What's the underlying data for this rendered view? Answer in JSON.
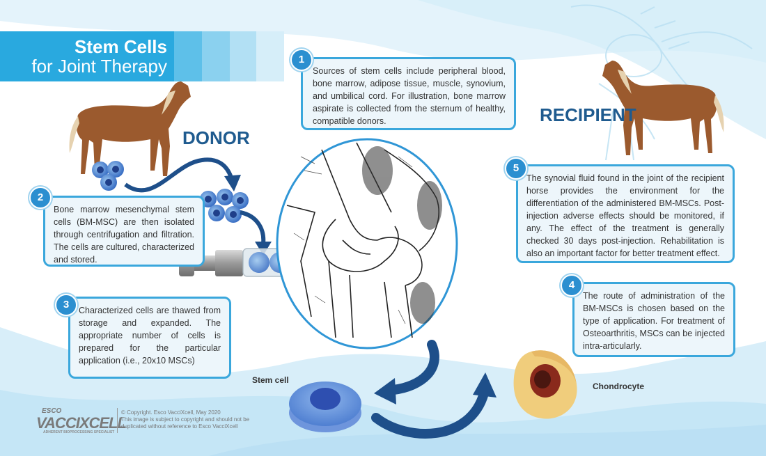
{
  "title": {
    "line1": "Stem Cells",
    "line2": "for Joint Therapy"
  },
  "labels": {
    "donor": "DONOR",
    "recipient": "RECIPIENT",
    "stem_cell": "Stem cell",
    "chondrocyte": "Chondrocyte"
  },
  "steps": [
    {
      "number": "1",
      "text": "Sources of stem cells include peripheral blood, bone marrow, adipose tissue, muscle, synovium, and umbilical cord. For illustration, bone marrow aspirate is collected from the sternum of healthy, compatible donors."
    },
    {
      "number": "2",
      "text": "Bone marrow mesenchymal stem cells (BM-MSC) are then isolated through centrifugation and filtration. The cells are cultured, characterized and stored."
    },
    {
      "number": "3",
      "text": "Characterized cells are thawed from storage and expanded. The appropriate number of cells is prepared for the particular application (i.e., 20x10 MSCs)"
    },
    {
      "number": "4",
      "text": "The route of administration of the BM-MSCs is chosen based on the type of application. For treatment of Osteoarthritis, MSCs can be injected intra-articularly."
    },
    {
      "number": "5",
      "text": "The synovial fluid found in the joint of the recipient horse provides the environment for the differentiation of the administered BM-MSCs. Post-injection adverse effects should be monitored, if any. The effect of the treatment is generally checked 30 days post-injection. Rehabilitation is also an important factor for better treatment effect."
    }
  ],
  "logo": {
    "brand_top": "ESCO",
    "brand_main": "VACCIXCELL",
    "tagline": "ADHERENT BIOPROCESSING SPECIALIST"
  },
  "copyright": {
    "line1": "© Copyright. Esco VacciXcell, May 2020",
    "line2": "This image is subject to copyright and should not be",
    "line3": "duplicated without reference to Esco VacciXcell"
  },
  "colors": {
    "primary_blue": "#29a9df",
    "dark_blue": "#1f5b8f",
    "arrow_blue": "#1e4f8a",
    "box_border": "#3aa7dc",
    "horse_brown": "#9b5a2e"
  },
  "icons": [
    "horse-donor",
    "horse-recipient",
    "cell-cluster",
    "syringe",
    "knee-joint",
    "stem-cell",
    "chondrocyte"
  ]
}
